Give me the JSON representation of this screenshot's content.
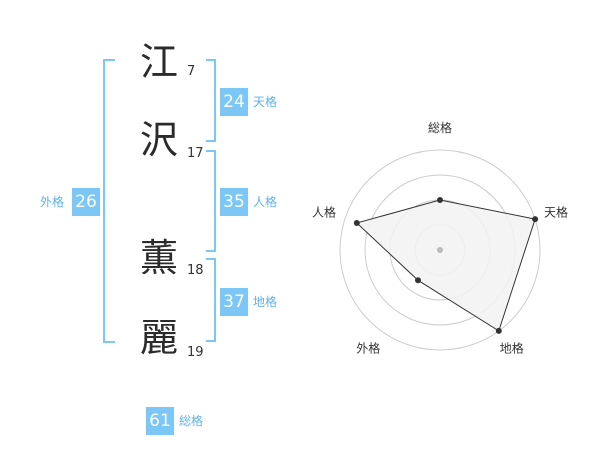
{
  "name": {
    "chars": [
      {
        "char": "江",
        "strokes": "7"
      },
      {
        "char": "沢",
        "strokes": "17"
      },
      {
        "char": "薫",
        "strokes": "18"
      },
      {
        "char": "麗",
        "strokes": "19"
      }
    ]
  },
  "fortune": {
    "tenkaku": {
      "value": "24",
      "label": "天格"
    },
    "jinkaku": {
      "value": "35",
      "label": "人格"
    },
    "chikaku": {
      "value": "37",
      "label": "地格"
    },
    "gaikaku": {
      "value": "26",
      "label": "外格"
    },
    "soukaku": {
      "value": "61",
      "label": "総格"
    }
  },
  "chart_data": {
    "type": "radar",
    "axes": [
      "総格",
      "天格",
      "地格",
      "外格",
      "人格"
    ],
    "values": [
      2.0,
      4.0,
      4.0,
      1.5,
      3.5
    ],
    "max": 4,
    "rings": 4,
    "colors": {
      "fill": "#f2f2f2",
      "line": "#333333",
      "ring": "#cccccc",
      "center": "#bbbbbb"
    }
  }
}
